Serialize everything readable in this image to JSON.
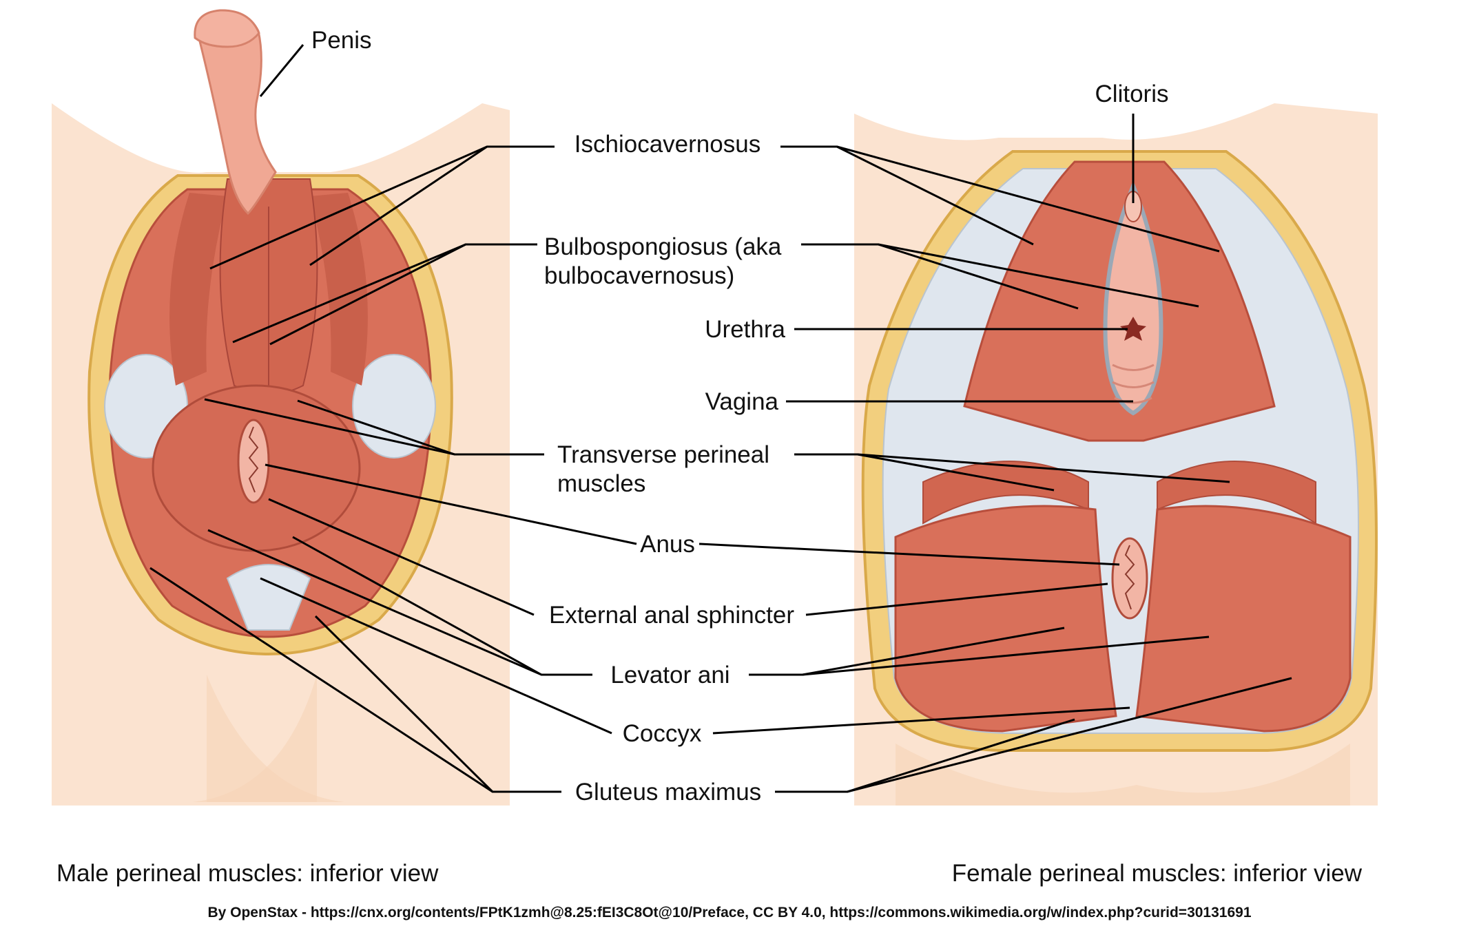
{
  "labels": {
    "penis": "Penis",
    "clitoris": "Clitoris",
    "ischiocavernosus": "Ischiocavernosus",
    "bulbospongiosus_line1": "Bulbospongiosus (aka",
    "bulbospongiosus_line2": "bulbocavernosus)",
    "urethra": "Urethra",
    "vagina": "Vagina",
    "transverse_line1": "Transverse perineal",
    "transverse_line2": "muscles",
    "anus": "Anus",
    "external_anal_sphincter": "External anal sphincter",
    "levator_ani": "Levator ani",
    "coccyx": "Coccyx",
    "gluteus_maximus": "Gluteus maximus"
  },
  "captions": {
    "male": "Male perineal muscles: inferior view",
    "female": "Female perineal muscles: inferior view"
  },
  "credit": "By OpenStax - https://cnx.org/contents/FPtK1zmh@8.25:fEI3C8Ot@10/Preface, CC BY 4.0, https://commons.wikimedia.org/w/index.php?curid=30131691",
  "colors": {
    "skin": "#fbe3d0",
    "skin_shadow": "#f7d3b8",
    "fat": "#f2cf7e",
    "fat_edge": "#d9a94a",
    "muscle": "#d9705a",
    "muscle_dark": "#b84e3c",
    "fascia": "#dfe6ee",
    "mucosa": "#f2b5a5",
    "penis": "#f0a894"
  }
}
